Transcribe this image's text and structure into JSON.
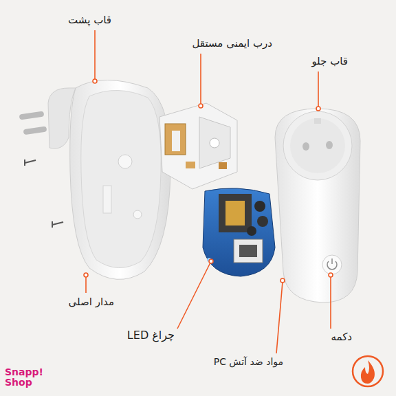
{
  "diagram": {
    "labels": [
      "قاب پشت",
      "درب ایمنی مستقل",
      "قاب جلو",
      "مدار اصلی",
      "چراغ LED",
      "دکمه",
      "مواد ضد آتش PC",
      "Snapp!",
      "Shop"
    ]
  }
}
